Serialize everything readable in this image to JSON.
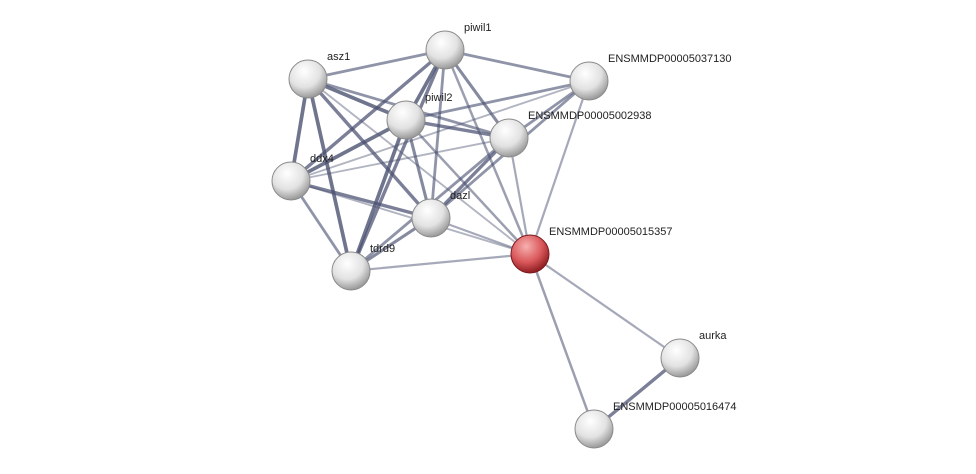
{
  "network": {
    "colors": {
      "node": "#e6e6e6",
      "query_node": "#d9575a",
      "edge": "#4a5070"
    },
    "nodes": [
      {
        "id": "piwil1",
        "label": "piwil1",
        "query": false
      },
      {
        "id": "asz1",
        "label": "asz1",
        "query": false
      },
      {
        "id": "e7130",
        "label": "ENSMMDP00005037130",
        "query": false
      },
      {
        "id": "piwil2",
        "label": "piwil2",
        "query": false
      },
      {
        "id": "e2938",
        "label": "ENSMMDP00005002938",
        "query": false
      },
      {
        "id": "ddx4",
        "label": "ddx4",
        "query": false
      },
      {
        "id": "dazl",
        "label": "dazl",
        "query": false
      },
      {
        "id": "tdrd9",
        "label": "tdrd9",
        "query": false
      },
      {
        "id": "e5357",
        "label": "ENSMMDP00005015357",
        "query": true
      },
      {
        "id": "aurka",
        "label": "aurka",
        "query": false
      },
      {
        "id": "e6474",
        "label": "ENSMMDP00005016474",
        "query": false
      }
    ],
    "edges": [
      [
        "asz1",
        "piwil1",
        0.6
      ],
      [
        "asz1",
        "piwil2",
        0.9
      ],
      [
        "asz1",
        "e2938",
        0.6
      ],
      [
        "asz1",
        "ddx4",
        0.9
      ],
      [
        "asz1",
        "tdrd9",
        0.9
      ],
      [
        "asz1",
        "dazl",
        0.8
      ],
      [
        "asz1",
        "e5357",
        0.3
      ],
      [
        "piwil1",
        "piwil2",
        0.9
      ],
      [
        "piwil1",
        "ddx4",
        0.8
      ],
      [
        "piwil1",
        "dazl",
        0.6
      ],
      [
        "piwil1",
        "tdrd9",
        0.8
      ],
      [
        "piwil1",
        "e2938",
        0.7
      ],
      [
        "piwil1",
        "e7130",
        0.6
      ],
      [
        "piwil1",
        "e5357",
        0.5
      ],
      [
        "piwil2",
        "e7130",
        0.6
      ],
      [
        "piwil2",
        "e2938",
        0.8
      ],
      [
        "piwil2",
        "ddx4",
        0.9
      ],
      [
        "piwil2",
        "dazl",
        0.7
      ],
      [
        "piwil2",
        "tdrd9",
        0.9
      ],
      [
        "piwil2",
        "e5357",
        0.5
      ],
      [
        "e7130",
        "e2938",
        0.6
      ],
      [
        "e7130",
        "dazl",
        0.6
      ],
      [
        "e7130",
        "ddx4",
        0.3
      ],
      [
        "e7130",
        "e5357",
        0.4
      ],
      [
        "e2938",
        "dazl",
        0.8
      ],
      [
        "e2938",
        "tdrd9",
        0.6
      ],
      [
        "e2938",
        "ddx4",
        0.3
      ],
      [
        "e2938",
        "e5357",
        0.4
      ],
      [
        "ddx4",
        "dazl",
        0.8
      ],
      [
        "ddx4",
        "tdrd9",
        0.6
      ],
      [
        "ddx4",
        "e5357",
        0.3
      ],
      [
        "dazl",
        "tdrd9",
        0.7
      ],
      [
        "dazl",
        "e5357",
        0.4
      ],
      [
        "tdrd9",
        "e5357",
        0.4
      ],
      [
        "e5357",
        "aurka",
        0.4
      ],
      [
        "e5357",
        "e6474",
        0.5
      ],
      [
        "aurka",
        "e6474",
        0.8
      ]
    ]
  }
}
